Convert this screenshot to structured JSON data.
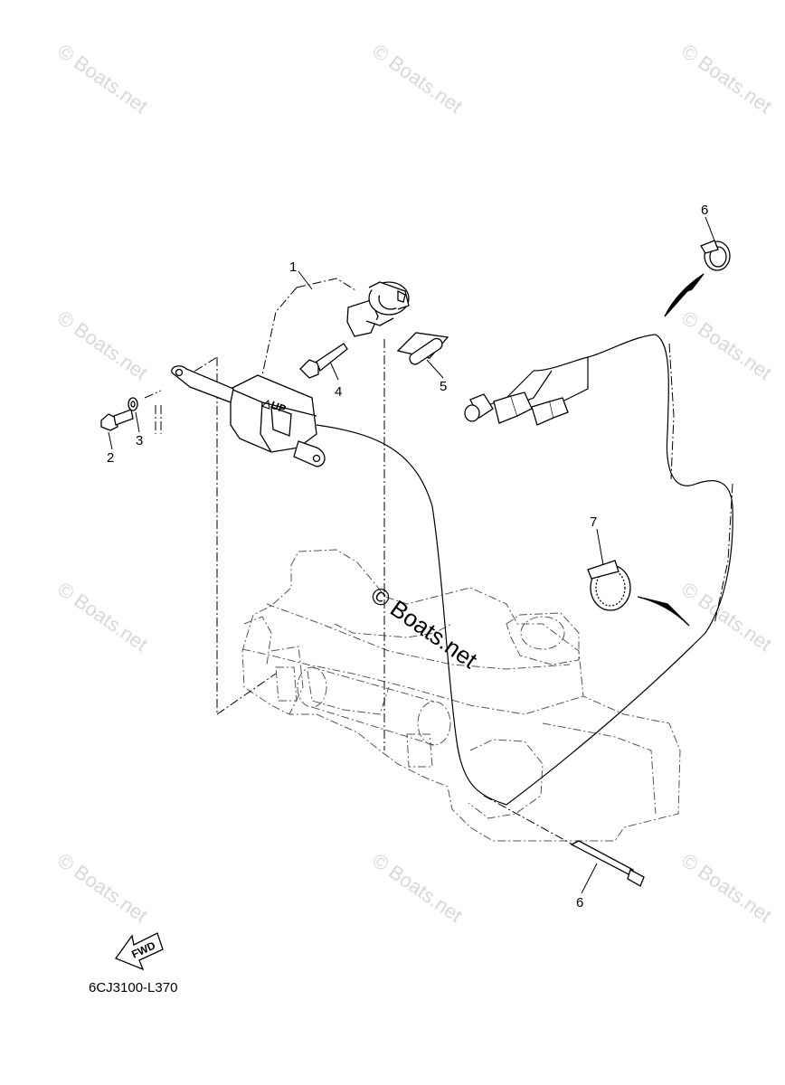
{
  "diagram": {
    "callouts": [
      "1",
      "2",
      "3",
      "4",
      "5",
      "6",
      "6",
      "7"
    ],
    "part_code": "6CJ3100-L370",
    "direction_arrow": "FWD",
    "switch_marking": "△UP",
    "watermark": "© Boats.net"
  }
}
